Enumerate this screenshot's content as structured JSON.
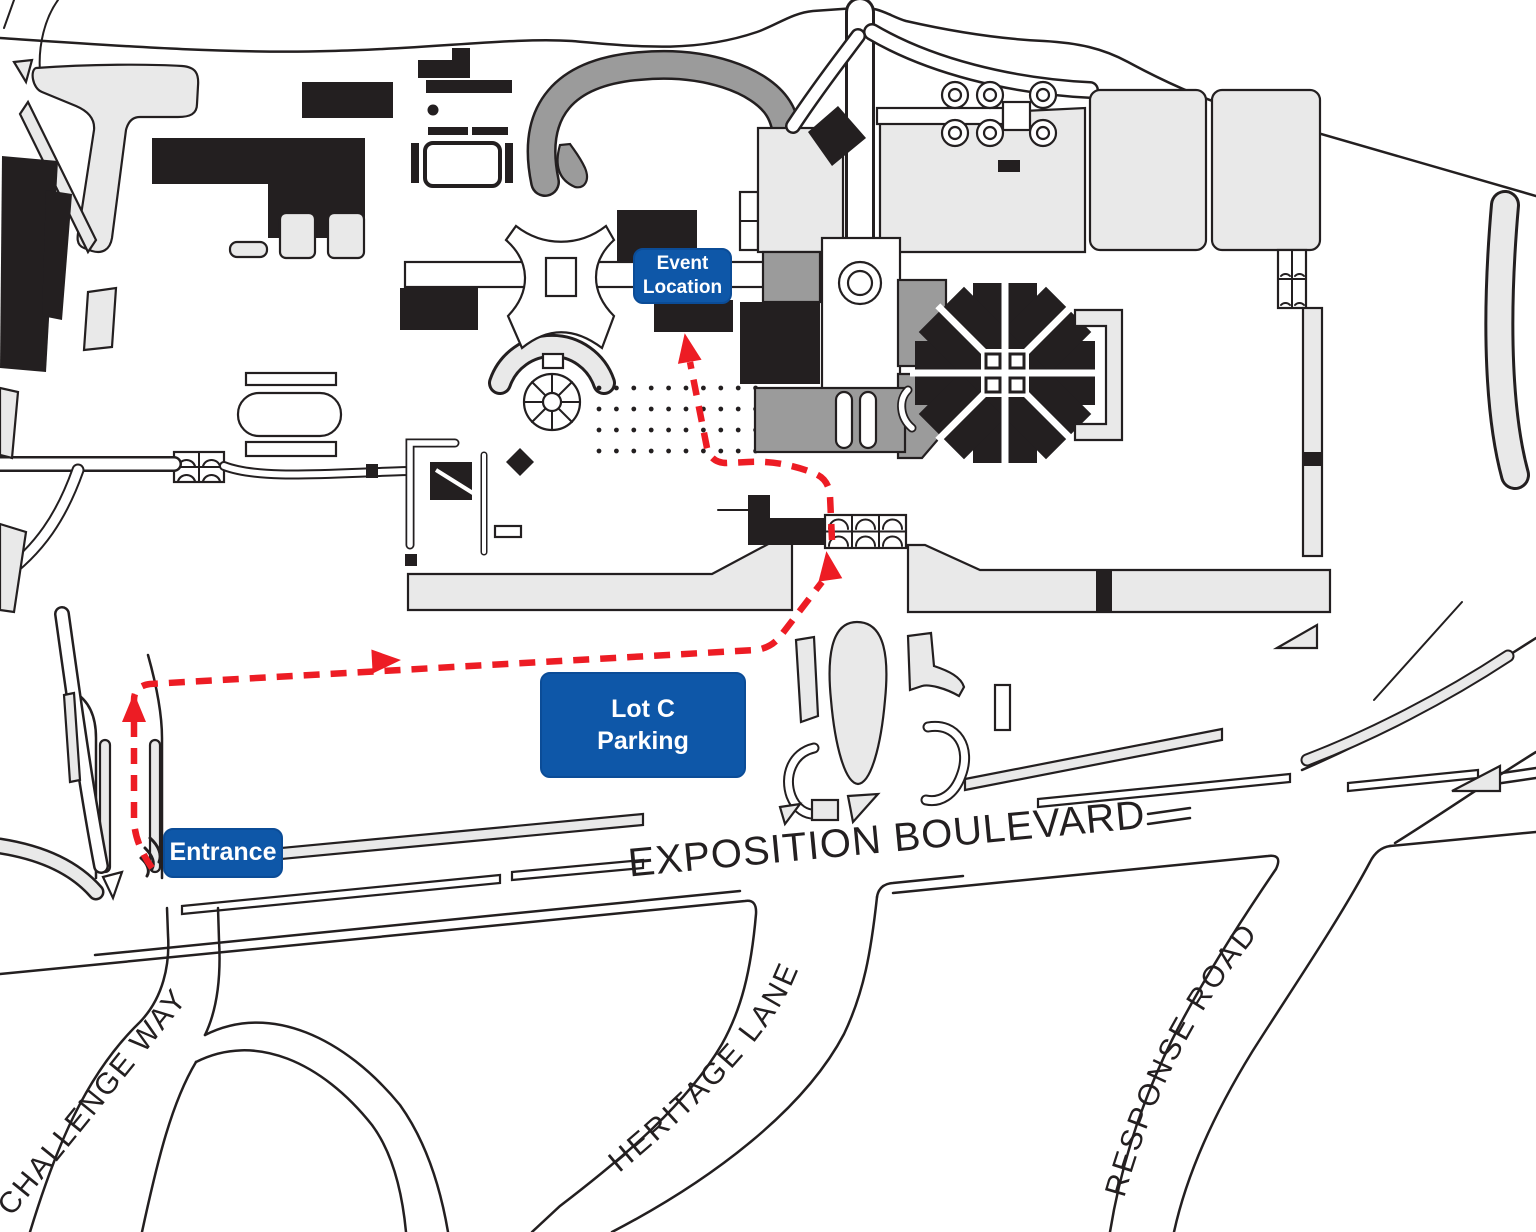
{
  "map": {
    "markers": {
      "event_location": {
        "line1": "Event",
        "line2": "Location"
      },
      "lot_c_parking": {
        "line1": "Lot C",
        "line2": "Parking"
      },
      "entrance": {
        "label": "Entrance"
      }
    },
    "roads": {
      "exposition_boulevard": {
        "label": "EXPOSITION BOULEVARD"
      },
      "challenge_way": {
        "label": "CHALLENGE WAY"
      },
      "heritage_lane": {
        "label": "HERITAGE LANE"
      },
      "response_road": {
        "label": "RESPONSE ROAD"
      }
    },
    "colors": {
      "marker_blue": "#0E57A8",
      "route_red": "#ED1C24",
      "building_black": "#231F20",
      "area_light_gray": "#E9E9E9",
      "area_medium_gray": "#9B9B9B",
      "background": "#FFFFFF"
    }
  }
}
